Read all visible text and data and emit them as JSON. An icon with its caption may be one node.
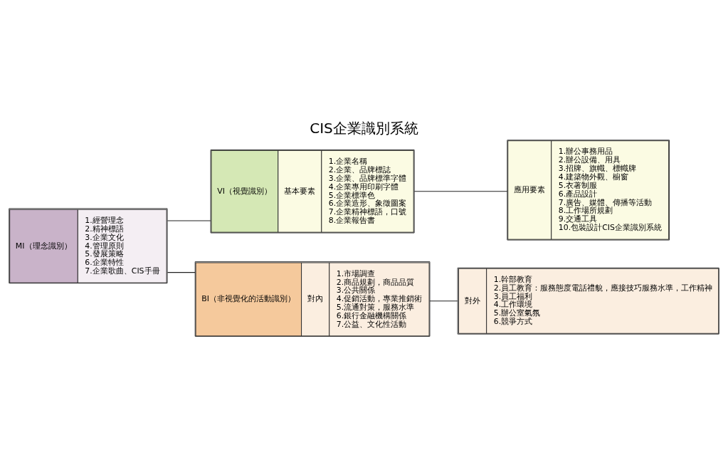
{
  "diagram": {
    "title": "CIS企業識別系統",
    "nodes": [
      {
        "text": [
          "MI（理念識別）",
          "1.經營理念",
          "2.精神標語",
          "3.企業文化",
          "4.管理原則",
          "5.發展策略",
          "6.企業特性",
          "7.企業歌曲、CIS手冊"
        ]
      },
      {
        "text": [
          "VI（視覺識別）",
          "基本要素",
          "1.企業名稱",
          "2.企業、品牌標誌",
          "3.企業、品牌標準字體",
          "4.企業專用印刷字體",
          "5.企業標準色",
          "6.企業造形、象徵圖案",
          "7.企業精神標語，口號",
          "8.企業報告書"
        ]
      },
      {
        "text": [
          "應用要素",
          "1.辦公事務用品",
          "2.辦公設備、用具",
          "3.招牌、旗幟、標幟牌",
          "4.建築物外觀、櫥窗",
          "5.衣著制服",
          "6.產品設計",
          "7.廣告、媒體、傳播等活動",
          "8.工作場所規劃",
          "9.交通工具",
          "10.包裝設計CIS企業識別系統"
        ]
      },
      {
        "text": [
          "BI（非視覺化的活動識別）",
          "對內",
          "1.市場調查",
          "2.商品規劃，商品品質",
          "3.公共關係",
          "4.促銷活動，專業推銷術",
          "5.流通對策，服務水準",
          "6.銀行金融機構關係",
          "7.公益、文化性活動"
        ]
      },
      {
        "text": [
          "對外",
          "1.幹部教育",
          "2.員工教育：服務態度電話禮貌，應接技巧服務水準，工作精神",
          "3.員工福利",
          "4.工作環境",
          "5.辦公室氣氛",
          "6.競爭方式"
        ]
      }
    ],
    "edges": [
      {
        "from": 0,
        "to": 1,
        "arrow": "none"
      },
      {
        "from": 0,
        "to": 3,
        "arrow": "none"
      },
      {
        "from": 1,
        "to": 2,
        "arrow": "none"
      },
      {
        "from": 3,
        "to": 4,
        "arrow": "none"
      }
    ]
  }
}
